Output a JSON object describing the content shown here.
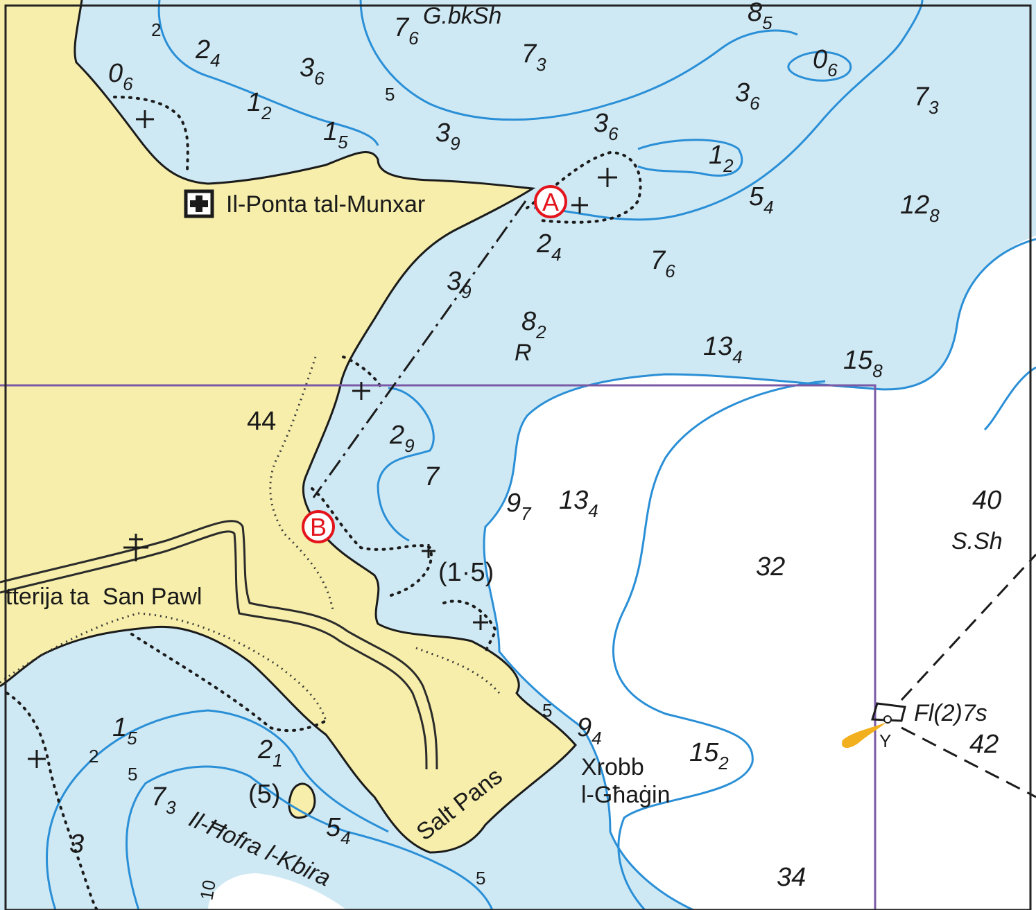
{
  "colors": {
    "land": "#f6eeaa",
    "shallow_water": "#cfe9f4",
    "deep_water": "#ffffff",
    "contour": "#2a8fd6",
    "coast": "#1b1b1b",
    "boundary": "#7a5aa6",
    "marker": "#e3141b",
    "light_flare": "#f2b01e"
  },
  "places": {
    "ponta": "Il-Ponta tal-Munxar",
    "batterija": "tterija ta  San Pawl",
    "salt_pans": "Salt Pans",
    "xrobb_1": "Xrobb",
    "xrobb_2": "l-Għaġin",
    "hofra": "Il-Ħofra l-Kbira",
    "gbksh": "G.bkSh",
    "ssh": "S.Sh",
    "light": "Fl(2)7s",
    "light_y": "Y",
    "rock": "R"
  },
  "markers": {
    "a": "A",
    "b": "B"
  },
  "soundings": {
    "s1": {
      "m": "7",
      "d": "6"
    },
    "s2": {
      "m": "8",
      "d": "5"
    },
    "s3": {
      "m": "2",
      "d": "4"
    },
    "s4": {
      "m": "3",
      "d": "6"
    },
    "s5": {
      "m": "0",
      "d": "6"
    },
    "s6": {
      "m": "1",
      "d": "2"
    },
    "s7": {
      "m": "1",
      "d": "5"
    },
    "s8": {
      "m": "3",
      "d": "9"
    },
    "s9": {
      "m": "7",
      "d": "3"
    },
    "s10": {
      "m": "0",
      "d": "6"
    },
    "s11": {
      "m": "3",
      "d": "6"
    },
    "s12": {
      "m": "7",
      "d": "3"
    },
    "s13": {
      "m": "3",
      "d": "6"
    },
    "s14": {
      "m": "1",
      "d": "2"
    },
    "s15": {
      "m": "5",
      "d": "4"
    },
    "s16": {
      "m": "12",
      "d": "8"
    },
    "s17": {
      "m": "2",
      "d": "4"
    },
    "s18": {
      "m": "7",
      "d": "6"
    },
    "s19": {
      "m": "3",
      "d": "9"
    },
    "s20": {
      "m": "8",
      "d": "2"
    },
    "s21": {
      "m": "13",
      "d": "4"
    },
    "s22": {
      "m": "15",
      "d": "8"
    },
    "s23": {
      "m": "2",
      "d": "9"
    },
    "s24": {
      "m": "9",
      "d": "7"
    },
    "s25": {
      "m": "13",
      "d": "4"
    },
    "s26": {
      "m": "1",
      "d": "5"
    },
    "s27": {
      "m": "2",
      "d": "1"
    },
    "s28": {
      "m": "7",
      "d": "3"
    },
    "s29": {
      "m": "5",
      "d": "4"
    },
    "s30": {
      "m": "9",
      "d": "4"
    },
    "s31": {
      "m": "15",
      "d": "2"
    }
  },
  "plain": {
    "p1": "7",
    "p2": "40",
    "p3": "32",
    "p4": "42",
    "p5": "34",
    "p6": "3",
    "p7": "44",
    "p8": "(1·5)",
    "p9": "(5)",
    "p10": "5",
    "p11": "5",
    "p12": "2",
    "p13": "5",
    "p14": "5",
    "p15": "2",
    "p16": "10"
  }
}
